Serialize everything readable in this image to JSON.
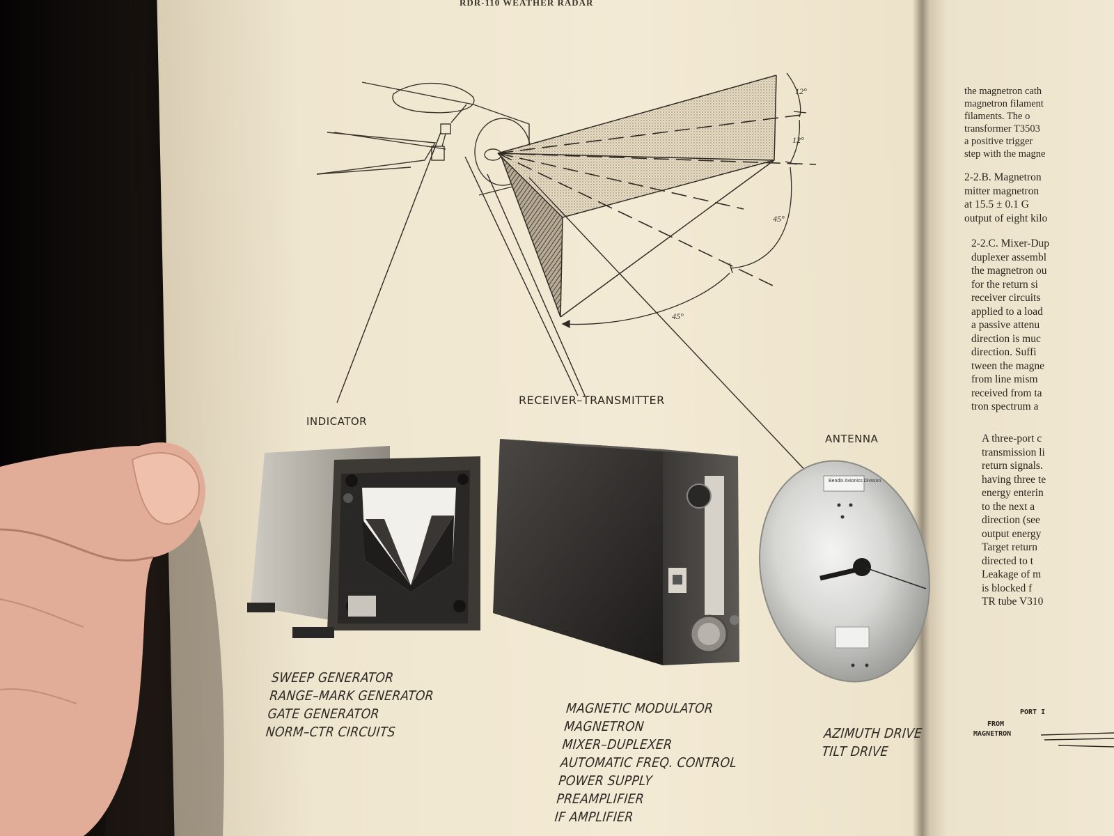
{
  "page": {
    "header": "RDR-110 WEATHER RADAR"
  },
  "diagram": {
    "angle_labels": [
      "12°",
      "12°",
      "45°",
      "45°"
    ],
    "callouts": {
      "indicator": "INDICATOR",
      "receiver_transmitter": "RECEIVER–TRANSMITTER",
      "antenna": "ANTENNA"
    }
  },
  "components": {
    "indicator_list": [
      "SWEEP GENERATOR",
      "RANGE–MARK GENERATOR",
      "GATE GENERATOR",
      "NORM–CTR CIRCUITS"
    ],
    "rt_list": [
      "MAGNETIC MODULATOR",
      "MAGNETRON",
      "MIXER–DUPLEXER",
      "AUTOMATIC FREQ. CONTROL",
      "POWER SUPPLY",
      "PREAMPLIFIER",
      "IF AMPLIFIER"
    ],
    "antenna_list": [
      "AZIMUTH DRIVE",
      "TILT DRIVE"
    ],
    "antenna_plate": "Bendix Avionics Division"
  },
  "right_column": {
    "para1": [
      "the magnetron cath",
      "magnetron filament",
      "filaments. The o",
      "transformer T3503",
      "a positive trigger",
      "step with the magne"
    ],
    "para2": [
      "2-2.B. Magnetron",
      "mitter magnetron",
      "at 15.5 ± 0.1 G",
      "output of eight kilo"
    ],
    "para3": [
      "2-2.C. Mixer-Dup",
      "duplexer assembl",
      "the magnetron ou",
      "for the return si",
      "receiver circuits",
      "applied to a load",
      "a passive attenu",
      "direction is muc",
      "direction. Suffi",
      "tween the magne",
      "from line mism",
      "received from ta",
      "tron spectrum a"
    ],
    "para4": [
      "A three-port c",
      "transmission li",
      "return signals.",
      "having three te",
      "energy enterin",
      "to the next a",
      "direction (see",
      "output energy",
      "Target return",
      "directed to t",
      "Leakage of m",
      "is blocked f",
      "TR tube V310"
    ],
    "figure": {
      "port_label": "PORT I",
      "from_label": "FROM",
      "magnetron_label": "MAGNETRON"
    }
  }
}
